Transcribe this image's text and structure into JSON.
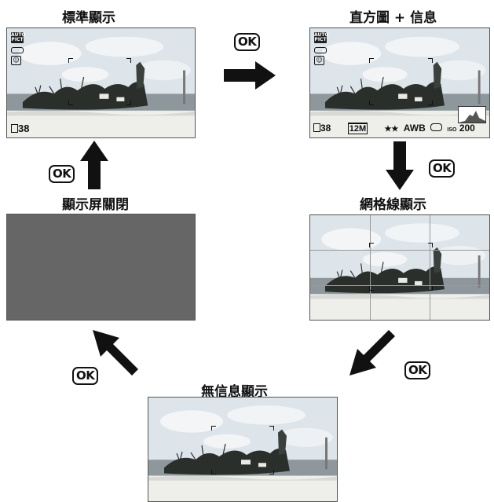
{
  "modes": {
    "standard": "標準顯示",
    "histogram": "直方圖 + 信息",
    "grid": "網格線顯示",
    "no_info": "無信息顯示",
    "off": "顯示屏關閉"
  },
  "ok_label": "OK",
  "hud": {
    "auto_line1": "AUTO",
    "auto_line2": "PICT",
    "shots": "38",
    "resolution": "12M",
    "quality": "★★",
    "wb": "AWB",
    "iso_label": "ISO",
    "iso_value": "200"
  },
  "colors": {
    "sky": "#dfe6ec",
    "sea": "#7f8a90",
    "sand": "#eeeeea",
    "trees": "#2b302c",
    "off_screen": "#666666"
  }
}
